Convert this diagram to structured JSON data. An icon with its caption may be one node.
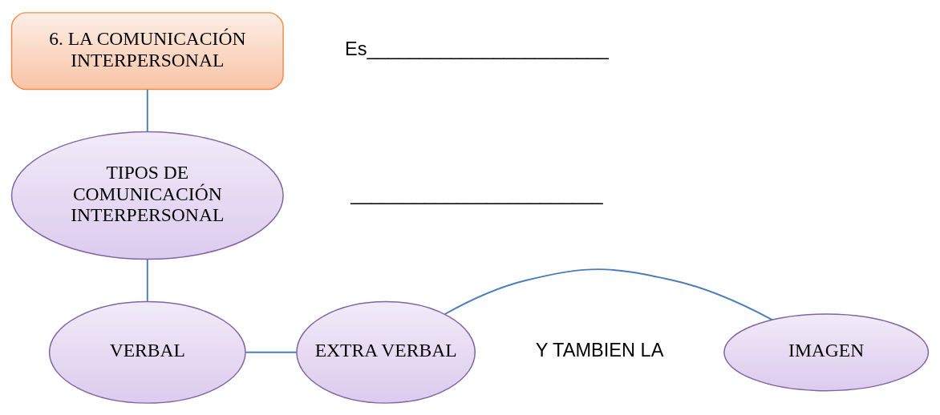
{
  "diagram": {
    "nodes": [
      {
        "text": [
          "6. LA COMUNICACIÓN INTERPERSONAL"
        ]
      },
      {
        "text": [
          "TIPOS DE COMUNICACIÓN INTERPERSONAL"
        ]
      },
      {
        "text": [
          "VERBAL"
        ]
      },
      {
        "text": [
          "EXTRA VERBAL"
        ]
      },
      {
        "text": [
          "IMAGEN"
        ]
      }
    ],
    "edges": [
      {
        "from": 0,
        "to": 1,
        "arrow": "none"
      },
      {
        "from": 1,
        "to": 2,
        "arrow": "none"
      },
      {
        "from": 2,
        "to": 3,
        "arrow": "none"
      },
      {
        "from": 3,
        "to": 4,
        "arrow": "none"
      }
    ],
    "labels": [
      "Es_______________________",
      "________________________",
      "Y TAMBIEN LA"
    ]
  }
}
